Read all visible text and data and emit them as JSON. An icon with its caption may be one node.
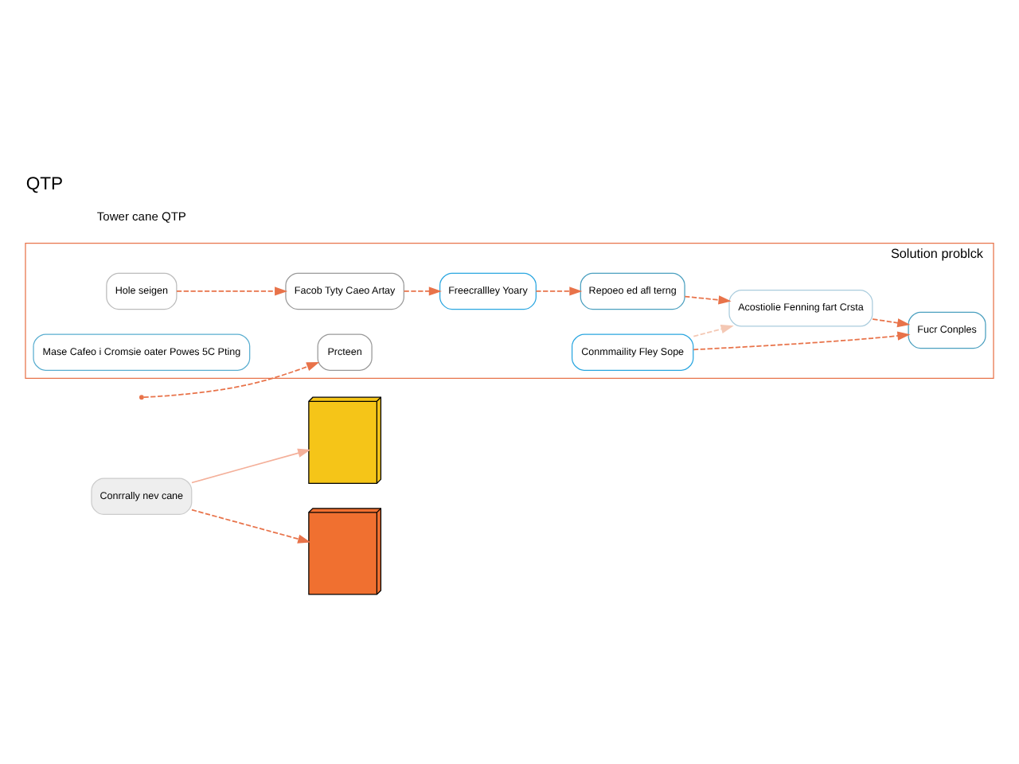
{
  "diagram": {
    "title": "QTP",
    "nodes": [
      {
        "text": [
          "Conrrally nev cane"
        ]
      },
      {
        "text": [],
        "shape": "picture"
      },
      {
        "text": [],
        "shape": "picture"
      },
      {
        "text": [
          "Solution problck"
        ]
      },
      {
        "text": [
          "Facob Tyty Caeo Artay"
        ],
        "in": 3
      },
      {
        "text": [
          "Freecrallley Yoary"
        ],
        "in": 3
      },
      {
        "text": [
          "Repoeo ed afl terng"
        ],
        "in": 3
      },
      {
        "text": [
          "Hole seigen"
        ],
        "in": 3
      },
      {
        "text": [
          "Acostiolie Fenning fart Crsta"
        ],
        "in": 3
      },
      {
        "text": [
          "Mase Cafeo i Cromsie oater Powes 5C Pting"
        ],
        "in": 3
      },
      {
        "text": [
          "Conmmaility Fley Sope"
        ],
        "in": 3
      },
      {
        "text": [
          "Fucr Conples"
        ],
        "in": 3
      },
      {
        "text": [
          "Prcteen"
        ],
        "in": 3
      }
    ],
    "edges": [
      {
        "from": 0,
        "to": 1,
        "arrow": "to",
        "color": "#f4b09a"
      },
      {
        "from": 0,
        "to": 2,
        "arrow": "to",
        "style": "dashed"
      },
      {
        "from": 4,
        "to": 5,
        "arrow": "to",
        "style": "dashed"
      },
      {
        "from": 5,
        "to": 6,
        "arrow": "to",
        "style": "dashed"
      },
      {
        "from": 6,
        "to": 8,
        "arrow": "to",
        "style": "dashed"
      },
      {
        "from": 7,
        "to": 4,
        "arrow": "to",
        "style": "dashed"
      },
      {
        "from": 10,
        "to": 8,
        "arrow": "to",
        "style": "dashed",
        "color": "#f4c8b4"
      },
      {
        "from": 8,
        "to": 11,
        "arrow": "to",
        "style": "dashed"
      },
      {
        "from": 10,
        "to": 11,
        "arrow": "to",
        "style": "dashed"
      },
      {
        "from": null,
        "to": 12,
        "arrow": "to",
        "style": "dashed"
      }
    ],
    "labels": [
      "Tower cane QTP"
    ]
  }
}
